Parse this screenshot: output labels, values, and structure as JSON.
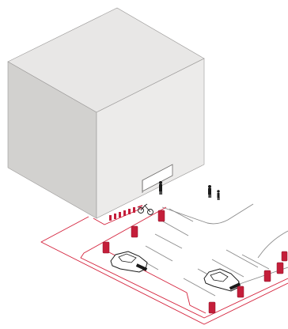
{
  "colors": {
    "background": "#ffffff",
    "building_top": "#e8e7e6",
    "building_left": "#d2d1cf",
    "building_right": "#ecebea",
    "building_edge": "#9a9897",
    "curb_red": "#d4213b",
    "charger_red": "#c41e3a",
    "road_line": "#8a8a8a",
    "car_fill": "#ffffff",
    "ink": "#1a1a1a"
  },
  "icons": {
    "chargers": "ev-charger-icon",
    "bollards": "bollard-icon",
    "bicycle": "bicycle-icon",
    "pedestrians": "person-icon",
    "cars": "car-icon"
  },
  "scene": {
    "chargers": [
      {
        "name": "charger-1"
      },
      {
        "name": "charger-2"
      },
      {
        "name": "charger-3"
      },
      {
        "name": "charger-4"
      },
      {
        "name": "charger-5"
      },
      {
        "name": "charger-6"
      },
      {
        "name": "charger-7"
      },
      {
        "name": "charger-8"
      }
    ],
    "bollard_count": 6,
    "pedestrian_count": 3,
    "car_count": 2
  }
}
